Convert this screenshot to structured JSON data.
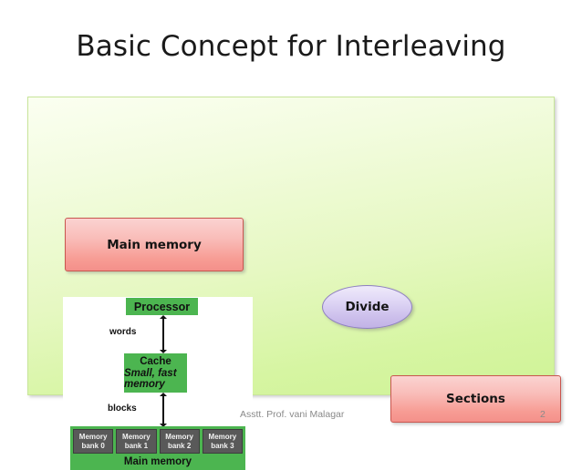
{
  "slide": {
    "title": "Basic Concept for Interleaving",
    "page_number": "2",
    "footer": "Asstt. Prof. vani Malagar"
  },
  "callouts": {
    "main_memory": "Main memory",
    "divide": "Divide",
    "sections": "Sections"
  },
  "diagram": {
    "processor": "Processor",
    "cache_title": "Cache",
    "cache_subtitle": "Small, fast memory",
    "arrow_words_label": "words",
    "arrow_blocks_label": "blocks",
    "main_memory_label": "Main memory",
    "banks": [
      {
        "line1": "Memory",
        "line2": "bank 0"
      },
      {
        "line1": "Memory",
        "line2": "bank 1"
      },
      {
        "line1": "Memory",
        "line2": "bank 2"
      },
      {
        "line1": "Memory",
        "line2": "bank 3"
      }
    ]
  },
  "colors": {
    "panel_top": "#fbfff1",
    "panel_bottom": "#cff396",
    "pink_fill": "#f9bdb9",
    "pink_border": "#c9564f",
    "purple_fill": "#cdc0ec",
    "purple_border": "#8e7fc0",
    "green_block": "#4cb550",
    "bank_gray": "#595959",
    "title_text": "#1a1a1a",
    "footer_text": "#8a8a8a"
  }
}
